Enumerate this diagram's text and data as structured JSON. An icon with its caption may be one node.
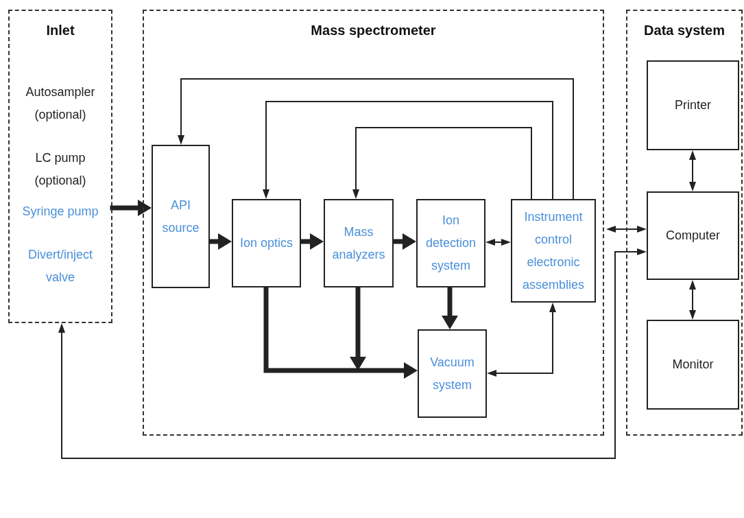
{
  "diagram": {
    "nodes": [
      {
        "text": [
          "Inlet",
          "Autosampler (optional)",
          "LC pump (optional)",
          "Syringe pump",
          "Divert/inject valve"
        ]
      },
      {
        "text": [
          "Mass spectrometer"
        ]
      },
      {
        "text": [
          "API source"
        ],
        "in": 1
      },
      {
        "text": [
          "Ion optics"
        ],
        "in": 1
      },
      {
        "text": [
          "Mass analyzers"
        ],
        "in": 1
      },
      {
        "text": [
          "Ion detection system"
        ],
        "in": 1
      },
      {
        "text": [
          "Instrument control electronic assemblies"
        ],
        "in": 1
      },
      {
        "text": [
          "Vacuum system"
        ],
        "in": 1
      },
      {
        "text": [
          "Data system"
        ]
      },
      {
        "text": [
          "Printer"
        ],
        "in": 8
      },
      {
        "text": [
          "Computer"
        ],
        "in": 8
      },
      {
        "text": [
          "Monitor"
        ],
        "in": 8
      }
    ],
    "edges": [
      {
        "from": 0,
        "to": 2,
        "arrow": "to",
        "style": "thick"
      },
      {
        "from": 2,
        "to": 3,
        "arrow": "to",
        "style": "thick"
      },
      {
        "from": 3,
        "to": 4,
        "arrow": "to",
        "style": "thick"
      },
      {
        "from": 4,
        "to": 5,
        "arrow": "to",
        "style": "thick"
      },
      {
        "from": 5,
        "to": 6,
        "arrow": "both"
      },
      {
        "from": 5,
        "to": 7,
        "arrow": "to",
        "style": "thick"
      },
      {
        "from": 3,
        "to": 7,
        "arrow": "to",
        "style": "thick"
      },
      {
        "from": 4,
        "to": 7,
        "arrow": "to",
        "style": "thick"
      },
      {
        "from": 6,
        "to": 2,
        "arrow": "to"
      },
      {
        "from": 6,
        "to": 3,
        "arrow": "to"
      },
      {
        "from": 6,
        "to": 4,
        "arrow": "to"
      },
      {
        "from": 7,
        "to": 6,
        "arrow": "both"
      },
      {
        "from": 1,
        "to": 10,
        "arrow": "both"
      },
      {
        "from": 10,
        "to": 0,
        "arrow": "both"
      },
      {
        "from": 9,
        "to": 10,
        "arrow": "both"
      },
      {
        "from": 10,
        "to": 11,
        "arrow": "both"
      }
    ]
  }
}
